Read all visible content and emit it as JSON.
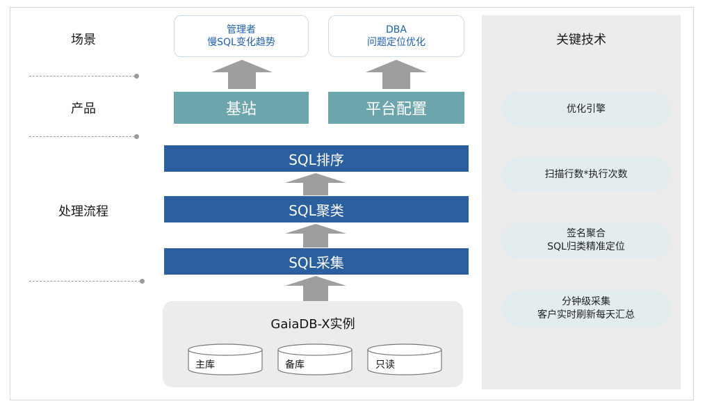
{
  "labels": {
    "scene": "场景",
    "product": "产品",
    "process": "处理流程",
    "tech": "关键技术"
  },
  "scenarios": [
    {
      "line1": "管理者",
      "line2": "慢SQL变化趋势"
    },
    {
      "line1": "DBA",
      "line2": "问题定位优化"
    }
  ],
  "products": [
    "基站",
    "平台配置"
  ],
  "steps": [
    "SQL排序",
    "SQL聚类",
    "SQL采集"
  ],
  "instance": {
    "title": "GaiaDB-X实例",
    "dbs": [
      "主库",
      "备库",
      "只读"
    ]
  },
  "techs": [
    {
      "line1": "优化引擎",
      "line2": ""
    },
    {
      "line1": "扫描行数*执行次数",
      "line2": ""
    },
    {
      "line1": "签名聚合",
      "line2": "SQL归类精准定位"
    },
    {
      "line1": "分钟级采集",
      "line2": "客户实时刷新每天汇总"
    }
  ],
  "colors": {
    "teal": "#6da5ad",
    "blue": "#2c5f9e",
    "arrow": "#9e9e9e",
    "panel": "#ececec",
    "pill": "#e3ecee",
    "scene_text": "#1f5fa8"
  }
}
